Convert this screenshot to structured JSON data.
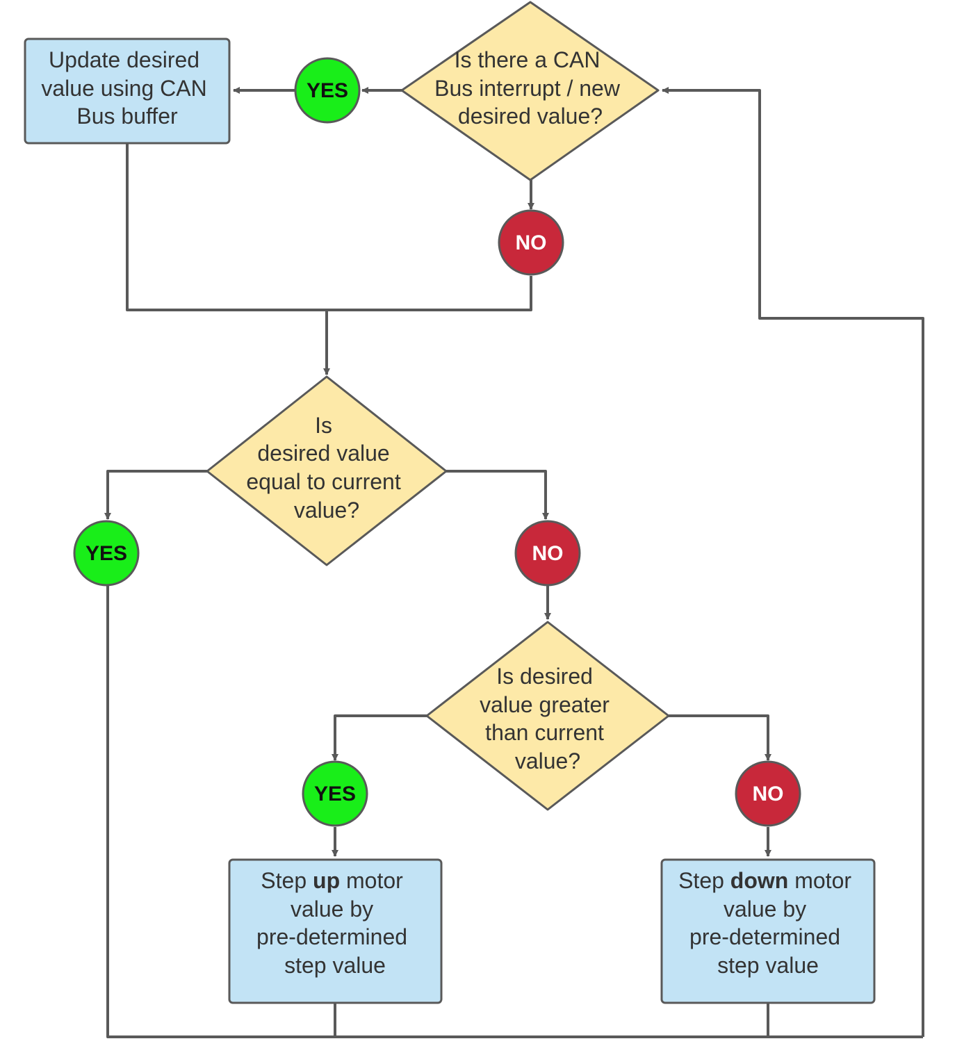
{
  "colors": {
    "stroke": "#595959",
    "process_fill": "#c2e3f5",
    "decision_fill": "#fde9a8",
    "yes_fill": "#19ee19",
    "no_fill": "#c8283a",
    "text": "#333333"
  },
  "nodes": {
    "decision_can": [
      "Is there a CAN",
      "Bus interrupt / new",
      "desired value?"
    ],
    "update_desired": [
      "Update desired",
      "value using CAN",
      "Bus buffer"
    ],
    "decision_equal": [
      "Is",
      "desired value",
      "equal to current",
      "value?"
    ],
    "decision_greater": [
      "Is desired",
      "value greater",
      "than current",
      "value?"
    ],
    "step_up": [
      [
        "Step ",
        "up",
        " motor"
      ],
      "value by",
      "pre-determined",
      "step value"
    ],
    "step_down": [
      [
        "Step ",
        "down",
        " motor"
      ],
      "value by",
      "pre-determined",
      "step value"
    ]
  },
  "badges": {
    "yes_label": "YES",
    "no_label": "NO"
  }
}
